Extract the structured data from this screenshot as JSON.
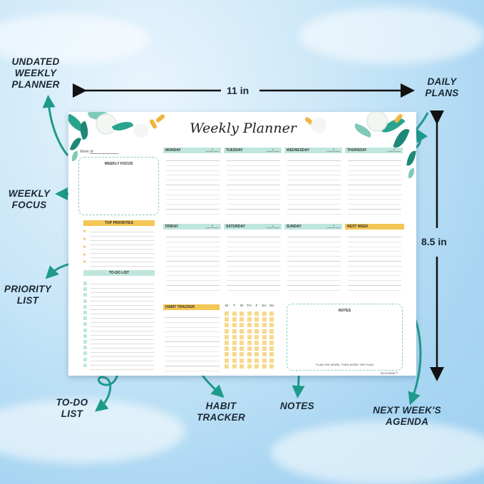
{
  "callouts": {
    "undated": "UNDATED WEEKLY PLANNER",
    "daily": "DAILY PLANS",
    "weekly_focus": "WEEKLY FOCUS",
    "priority": "PRIORITY LIST",
    "todo": "TO-DO LIST",
    "habit": "HABIT TRACKER",
    "notes": "NOTES",
    "next_week": "NEXT WEEK'S AGENDA"
  },
  "dimensions": {
    "width": "11 in",
    "height": "8.5 in"
  },
  "sheet": {
    "title": "Weekly Planner",
    "week_of": "Week of:",
    "weekly_focus": "WEEKLY FOCUS",
    "top_priorities": "TOP PRIORITIES",
    "todo_list": "TO-DO LIST",
    "date_blank": "___/___",
    "days": [
      "MONDAY",
      "TUESDAY",
      "WEDNESDAY",
      "THURSDAY",
      "FRIDAY",
      "SATURDAY",
      "SUNDAY",
      "NEXT WEEK"
    ],
    "habit_tracker": "HABIT TRACKER",
    "habit_days": [
      "M",
      "T",
      "W",
      "TH",
      "F",
      "SA",
      "SU"
    ],
    "notes": "NOTES",
    "notes_footer": "PLAN THE WORK, THEN WORK THE PLAN",
    "brand": "Decorably™"
  },
  "colors": {
    "teal": "#2aa48e",
    "arrow": "#1e9a8b",
    "yellow": "#f4c654",
    "mint": "#bfe6dd"
  }
}
